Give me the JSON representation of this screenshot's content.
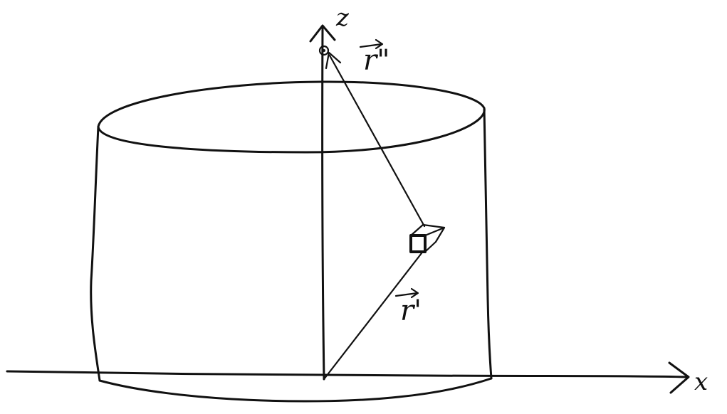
{
  "labels": {
    "z_axis": "z",
    "x_axis": "x",
    "r_prime": "r'",
    "r_double_prime": "r\""
  }
}
